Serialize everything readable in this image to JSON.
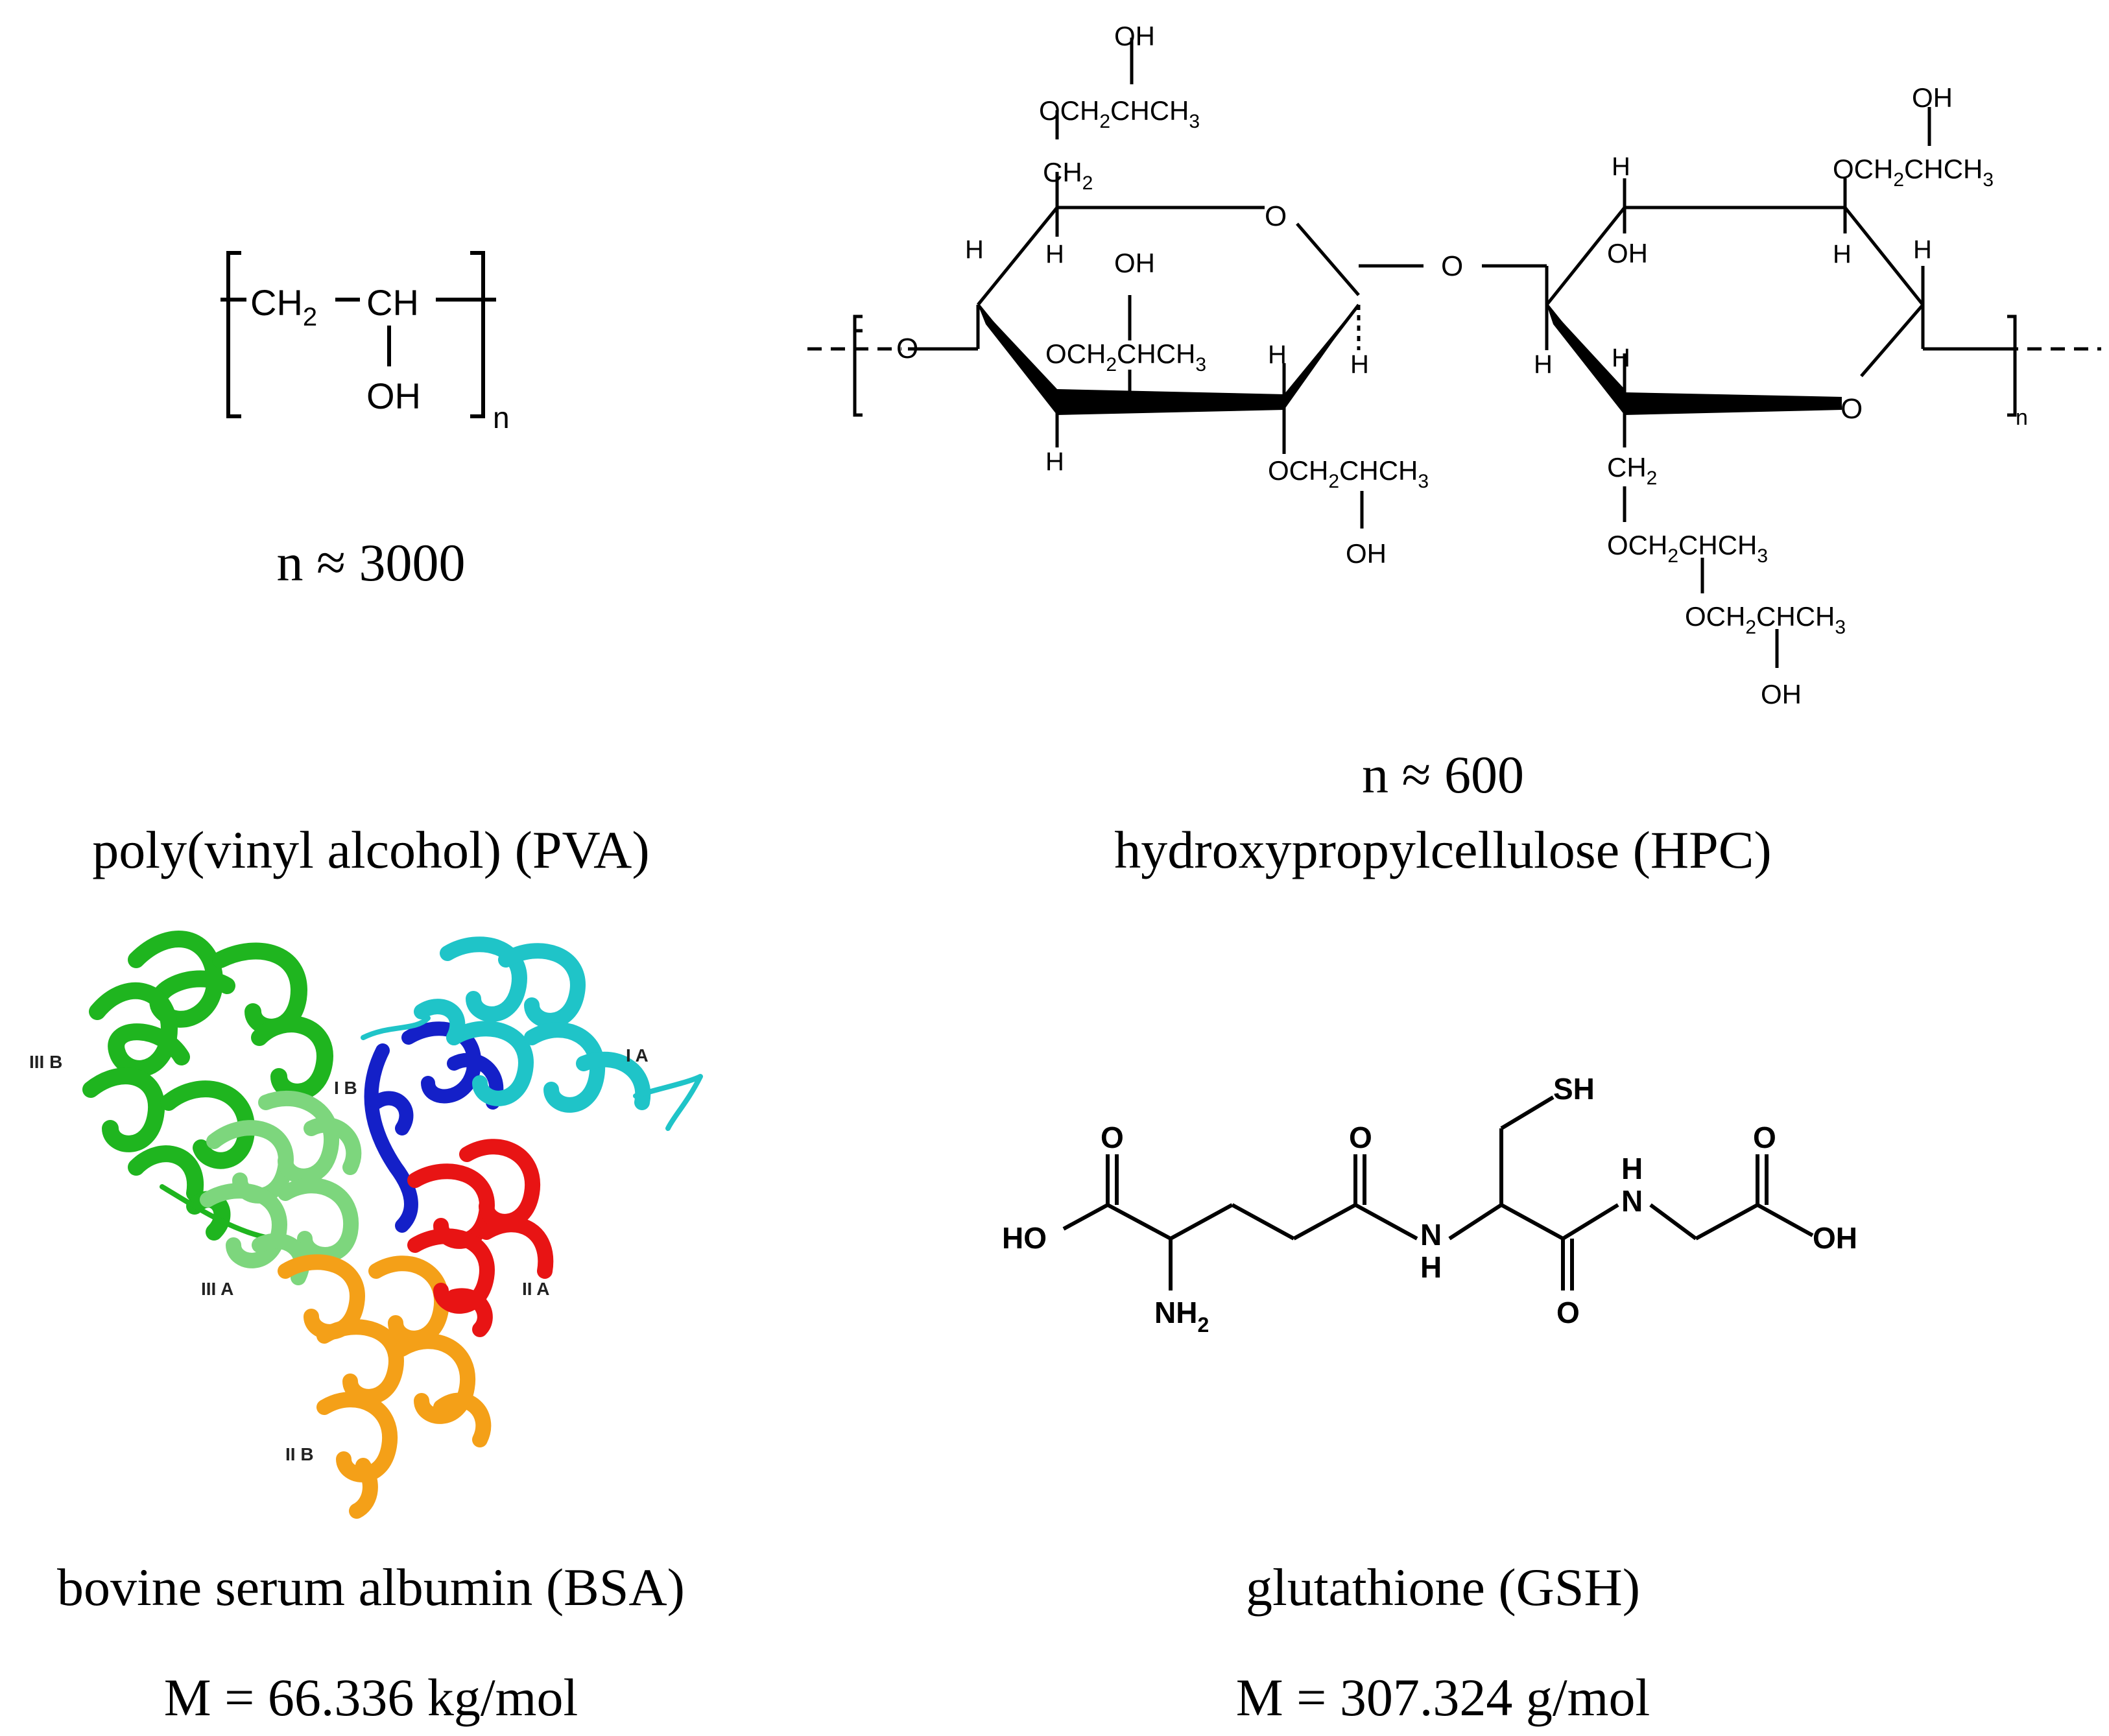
{
  "pva": {
    "name": "poly(vinyl alcohol) (PVA)",
    "n_label": "n ≈ 3000",
    "group_ch2": "CH",
    "group_ch2_sub": "2",
    "group_ch": "CH",
    "group_oh": "OH",
    "subscript_n": "n"
  },
  "hpc": {
    "name": "hydroxypropylcellulose (HPC)",
    "n_label": "n ≈ 600",
    "subscript_n": "n",
    "labels": {
      "oh": "OH",
      "o": "O",
      "h": "H",
      "och2chch3_a": "OCH",
      "och2chch3_b": "CHCH",
      "sub2": "2",
      "sub3": "3",
      "ch2": "CH"
    }
  },
  "bsa": {
    "name": "bovine serum albumin (BSA)",
    "mass": "M = 66.336 kg/mol",
    "domains": [
      "III B",
      "I B",
      "I A",
      "III A",
      "II A",
      "II B"
    ],
    "colors": {
      "IIIB": "#1fb51f",
      "IIIA": "#7dd67d",
      "IB": "#1420c8",
      "IA": "#1fc4c8",
      "IIA": "#e81414",
      "IIB": "#f4a018"
    }
  },
  "gsh": {
    "name": "glutathione (GSH)",
    "mass": "M = 307.324 g/mol",
    "labels": {
      "sh": "SH",
      "o": "O",
      "ho": "HO",
      "oh": "OH",
      "n": "N",
      "h": "H",
      "nh2": "NH",
      "sub2": "2"
    }
  }
}
